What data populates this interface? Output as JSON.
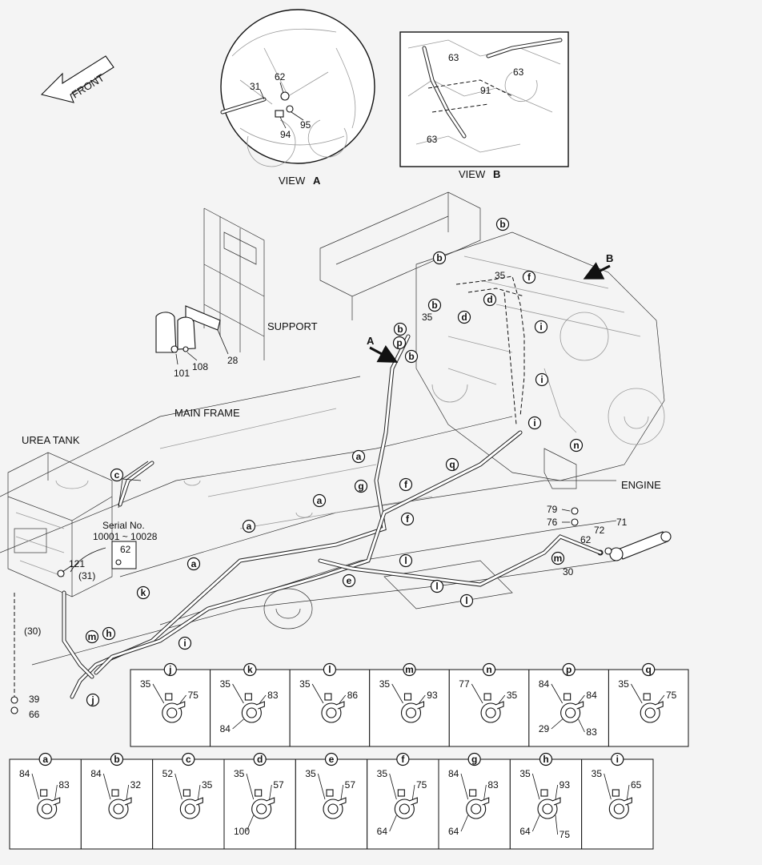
{
  "front_label": "FRONT",
  "views": {
    "a": {
      "caption": "VIEW",
      "letter": "A",
      "parts": [
        "31",
        "62",
        "94",
        "95"
      ]
    },
    "b": {
      "caption": "VIEW",
      "letter": "B",
      "parts": [
        "63",
        "91",
        "63",
        "63"
      ]
    }
  },
  "labels": {
    "support": "SUPPORT",
    "main_frame": "MAIN FRAME",
    "urea_tank": "UREA TANK",
    "engine": "ENGINE",
    "serial_line1": "Serial No.",
    "serial_line2": "10001 ~ 10028",
    "serial_part": "62"
  },
  "support_parts": [
    "101",
    "108",
    "28"
  ],
  "engine_parts": [
    "35",
    "35",
    "79",
    "76",
    "62",
    "72",
    "71",
    "30"
  ],
  "tank_parts": [
    "121",
    "(31)",
    "(30)",
    "39",
    "66"
  ],
  "arrow_letters": [
    "A",
    "B"
  ],
  "callouts": [
    "b",
    "b",
    "b",
    "p",
    "b",
    "b",
    "d",
    "d",
    "35",
    "f",
    "i",
    "i",
    "i",
    "n",
    "a",
    "q",
    "g",
    "f",
    "a",
    "f",
    "a",
    "a",
    "l",
    "e",
    "l",
    "l",
    "m",
    "k",
    "i",
    "h",
    "m",
    "j",
    "c"
  ],
  "detail_row1": [
    {
      "letter": "j",
      "parts": [
        "35",
        "75"
      ]
    },
    {
      "letter": "k",
      "parts": [
        "35",
        "83",
        "84"
      ]
    },
    {
      "letter": "l",
      "parts": [
        "35",
        "86"
      ]
    },
    {
      "letter": "m",
      "parts": [
        "35",
        "93"
      ]
    },
    {
      "letter": "n",
      "parts": [
        "77",
        "35"
      ]
    },
    {
      "letter": "p",
      "parts": [
        "84",
        "84",
        "29",
        "83"
      ]
    },
    {
      "letter": "q",
      "parts": [
        "35",
        "75"
      ]
    }
  ],
  "detail_row2": [
    {
      "letter": "a",
      "parts": [
        "84",
        "83"
      ]
    },
    {
      "letter": "b",
      "parts": [
        "84",
        "32"
      ]
    },
    {
      "letter": "c",
      "parts": [
        "52",
        "35"
      ]
    },
    {
      "letter": "d",
      "parts": [
        "35",
        "57",
        "100"
      ]
    },
    {
      "letter": "e",
      "parts": [
        "35",
        "57"
      ]
    },
    {
      "letter": "f",
      "parts": [
        "35",
        "75",
        "64"
      ]
    },
    {
      "letter": "g",
      "parts": [
        "84",
        "83",
        "64"
      ]
    },
    {
      "letter": "h",
      "parts": [
        "35",
        "93",
        "64",
        "75"
      ]
    },
    {
      "letter": "i",
      "parts": [
        "35",
        "65"
      ]
    }
  ],
  "colors": {
    "line": "#111111",
    "background": "#f4f4f4",
    "callout_fill": "#ffffff"
  }
}
